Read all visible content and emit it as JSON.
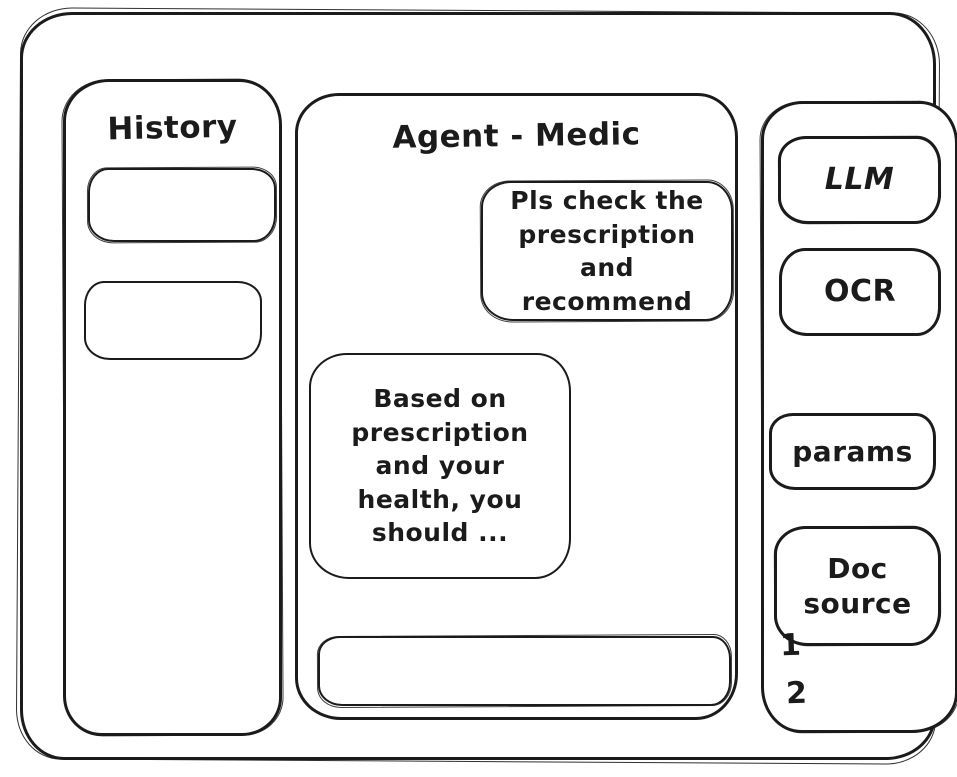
{
  "window": {
    "stroke_color": "#1b1b1b",
    "background_color": "#ffffff"
  },
  "history": {
    "title": "History",
    "items": [
      {
        "label": ""
      },
      {
        "label": ""
      }
    ]
  },
  "chat": {
    "title": "Agent - Medic",
    "user_message": "Pls check the\nprescription\nand recommend",
    "agent_message": "Based on\nprescription\nand your\nhealth, you\nshould ...",
    "input": {
      "value": "",
      "placeholder": ""
    }
  },
  "tools": {
    "buttons": [
      {
        "label": "LLM"
      },
      {
        "label": "OCR"
      },
      {
        "label": "params"
      },
      {
        "label": "Doc\nsource"
      }
    ],
    "doc_source_items": [
      "1",
      "2"
    ]
  }
}
